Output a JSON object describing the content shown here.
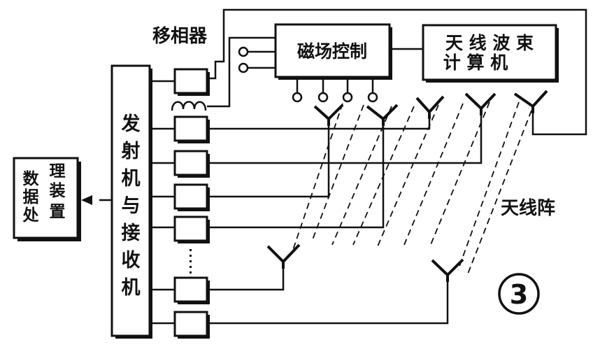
{
  "labels": {
    "phase_shifter": "移相器",
    "magnetic_control": "磁场控制",
    "beam_computer_line1": "天 线 波 束",
    "beam_computer_line2": "计 算 机",
    "antenna_array": "天线阵",
    "transceiver": [
      "发",
      "射",
      "机",
      "与",
      "接",
      "收",
      "机"
    ],
    "data_processor_col1": [
      "数",
      "据",
      "处"
    ],
    "data_processor_col2": [
      "理",
      "装",
      "置"
    ],
    "figure_number": "3"
  },
  "colors": {
    "ink": "#111111",
    "background": "#ffffff"
  }
}
